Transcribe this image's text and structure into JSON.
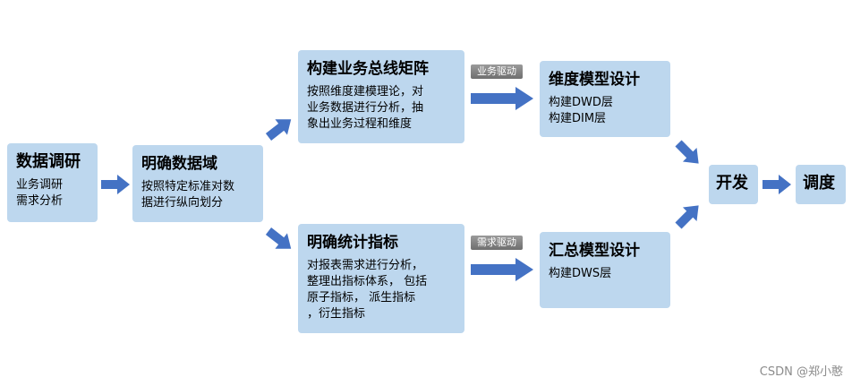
{
  "nodes": {
    "research": {
      "title": "数据调研",
      "lines": [
        "业务调研",
        "需求分析"
      ]
    },
    "domain": {
      "title": "明确数据域",
      "lines": [
        "按照特定标准对数",
        "据进行纵向划分"
      ]
    },
    "bus_matrix": {
      "title": "构建业务总线矩阵",
      "lines": [
        "按照维度建模理论，对",
        "业务数据进行分析，抽",
        "象出业务过程和维度"
      ]
    },
    "metrics": {
      "title": "明确统计指标",
      "lines": [
        "对报表需求进行分析，",
        "整理出指标体系， 包括",
        "原子指标， 派生指标",
        "，衍生指标"
      ]
    },
    "dim_model": {
      "title": "维度模型设计",
      "lines": [
        "构建DWD层",
        "构建DIM层"
      ]
    },
    "agg_model": {
      "title": "汇总模型设计",
      "lines": [
        "构建DWS层"
      ]
    },
    "develop": {
      "title": "开发"
    },
    "schedule": {
      "title": "调度"
    }
  },
  "tags": {
    "business_driven": "业务驱动",
    "demand_driven": "需求驱动"
  },
  "colors": {
    "box_fill": "#bdd7ee",
    "arrow_fill": "#4472c4",
    "tag_fill": "#7f7f7f"
  },
  "watermark": "CSDN @郑小憨"
}
